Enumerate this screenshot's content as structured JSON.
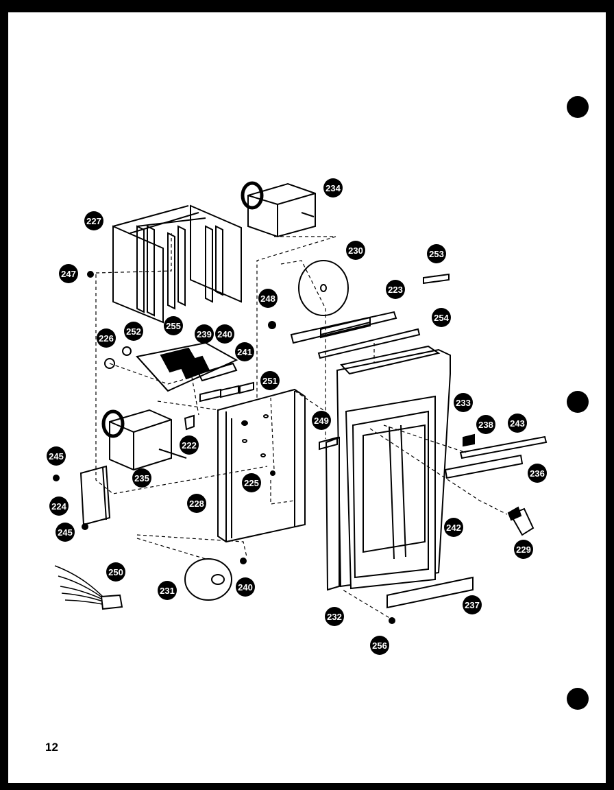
{
  "page": {
    "page_number": "12"
  },
  "callouts": [
    {
      "id": "227",
      "label": "227"
    },
    {
      "id": "234",
      "label": "234"
    },
    {
      "id": "230",
      "label": "230"
    },
    {
      "id": "253",
      "label": "253"
    },
    {
      "id": "247",
      "label": "247"
    },
    {
      "id": "248",
      "label": "248"
    },
    {
      "id": "223",
      "label": "223"
    },
    {
      "id": "254",
      "label": "254"
    },
    {
      "id": "226",
      "label": "226"
    },
    {
      "id": "252",
      "label": "252"
    },
    {
      "id": "255",
      "label": "255"
    },
    {
      "id": "239",
      "label": "239"
    },
    {
      "id": "240a",
      "label": "240"
    },
    {
      "id": "241",
      "label": "241"
    },
    {
      "id": "251",
      "label": "251"
    },
    {
      "id": "233",
      "label": "233"
    },
    {
      "id": "249",
      "label": "249"
    },
    {
      "id": "238",
      "label": "238"
    },
    {
      "id": "243",
      "label": "243"
    },
    {
      "id": "222",
      "label": "222"
    },
    {
      "id": "245a",
      "label": "245"
    },
    {
      "id": "235",
      "label": "235"
    },
    {
      "id": "236",
      "label": "236"
    },
    {
      "id": "225",
      "label": "225"
    },
    {
      "id": "224",
      "label": "224"
    },
    {
      "id": "228",
      "label": "228"
    },
    {
      "id": "242",
      "label": "242"
    },
    {
      "id": "245b",
      "label": "245"
    },
    {
      "id": "229",
      "label": "229"
    },
    {
      "id": "250",
      "label": "250"
    },
    {
      "id": "231",
      "label": "231"
    },
    {
      "id": "240b",
      "label": "240"
    },
    {
      "id": "237",
      "label": "237"
    },
    {
      "id": "232",
      "label": "232"
    },
    {
      "id": "256",
      "label": "256"
    }
  ]
}
